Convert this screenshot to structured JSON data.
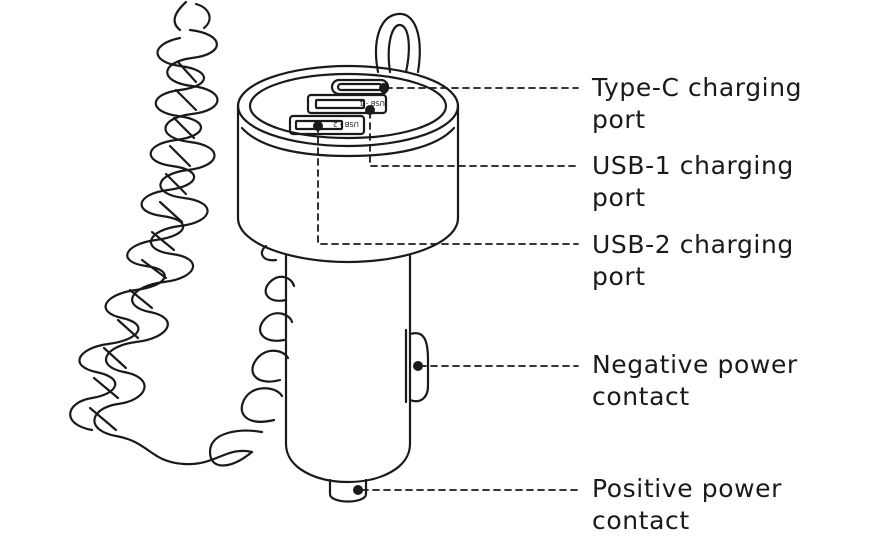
{
  "labels": [
    {
      "id": "type-c",
      "line1": "Type-C charging",
      "line2": "port"
    },
    {
      "id": "usb-1",
      "line1": "USB-1 charging",
      "line2": "port"
    },
    {
      "id": "usb-2",
      "line1": "USB-2 charging",
      "line2": "port"
    },
    {
      "id": "negative",
      "line1": "Negative power",
      "line2": "contact"
    },
    {
      "id": "positive",
      "line1": "Positive power",
      "line2": "contact"
    }
  ],
  "port_markings": {
    "usb1": "USB - 1",
    "usb2": "USB - 2"
  },
  "colors": {
    "stroke": "#1a1a1a",
    "background": "#ffffff"
  }
}
